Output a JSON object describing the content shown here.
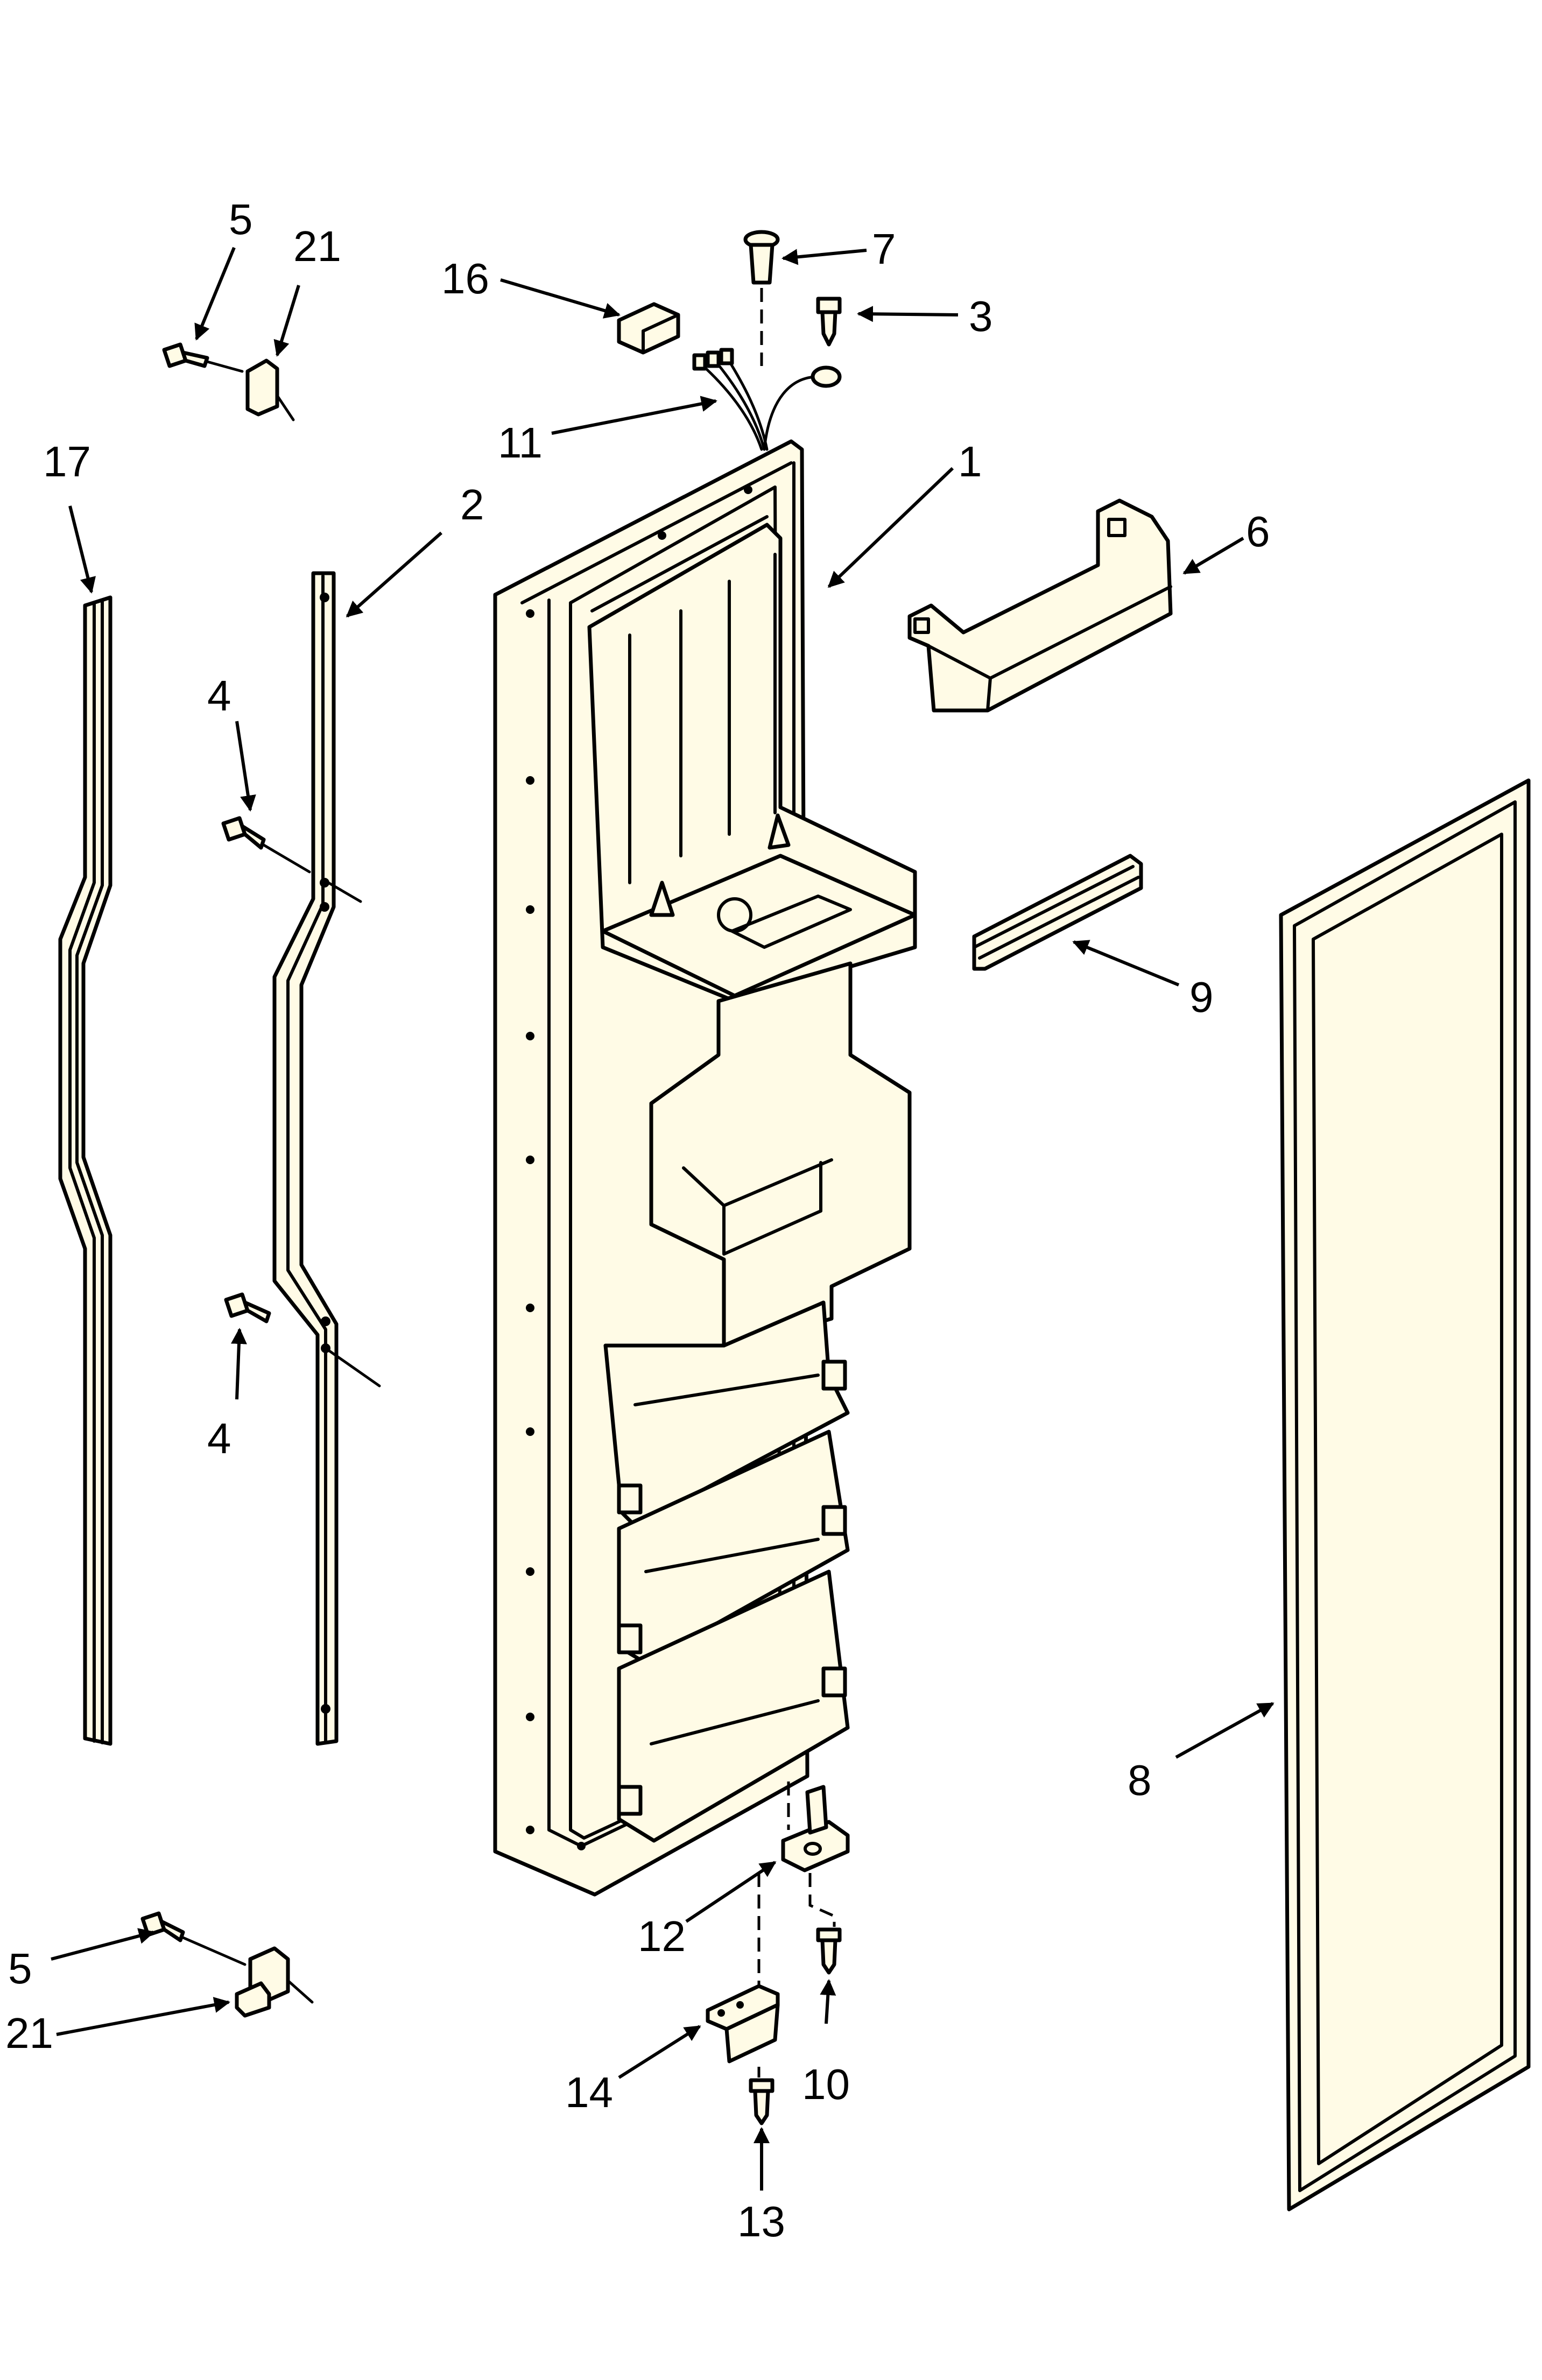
{
  "diagram": {
    "callouts": [
      "1",
      "2",
      "3",
      "4",
      "4",
      "5",
      "5",
      "6",
      "7",
      "8",
      "9",
      "10",
      "11",
      "12",
      "13",
      "14",
      "16",
      "17",
      "21",
      "21"
    ]
  }
}
